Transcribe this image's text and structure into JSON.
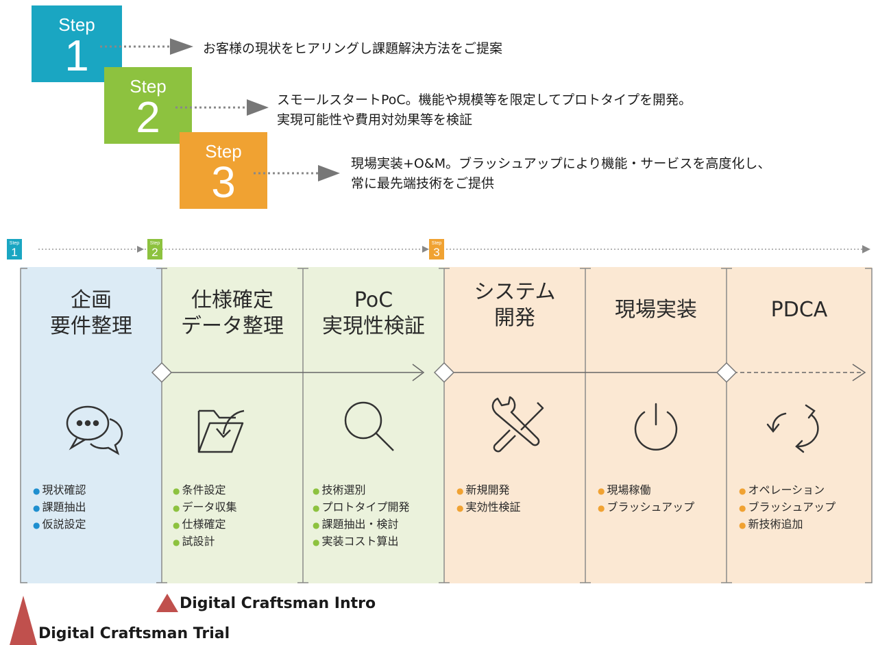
{
  "steps": [
    {
      "label": "Step",
      "number": "1",
      "color": "#1aa6c2",
      "lines": [
        "お客様の現状をヒアリングし課題解決方法をご提案"
      ]
    },
    {
      "label": "Step",
      "number": "2",
      "color": "#8dc23f",
      "lines": [
        "スモールスタートPoC。機能や規模等を限定してプロトタイプを開発。",
        "実現可能性や費用対効果等を検証"
      ]
    },
    {
      "label": "Step",
      "number": "3",
      "color": "#f0a232",
      "lines": [
        "現場実装+O&M。ブラッシュアップにより機能・サービスを高度化し、",
        "常に最先端技術をご提供"
      ]
    }
  ],
  "badges": [
    {
      "label": "Step",
      "number": "1"
    },
    {
      "label": "Step",
      "number": "2"
    },
    {
      "label": "Step",
      "number": "3"
    }
  ],
  "phases": [
    {
      "title": "企画\n要件整理",
      "icon": "chat-bubbles-icon",
      "bg": "#dcebf5",
      "items": [
        "現状確認",
        "課題抽出",
        "仮説設定"
      ]
    },
    {
      "title": "仕様確定\nデータ整理",
      "icon": "folder-import-icon",
      "bg": "#ebf2dc",
      "items": [
        "条件設定",
        "データ収集",
        "仕様確定",
        "試設計"
      ]
    },
    {
      "title": "PoC\n実現性検証",
      "icon": "magnifier-icon",
      "bg": "#ebf2dc",
      "items": [
        "技術選別",
        "プロトタイプ開発",
        "課題抽出・検討",
        "実装コスト算出"
      ]
    },
    {
      "title": "システム\n開発",
      "icon": "tools-icon",
      "bg": "#fbe8d3",
      "items": [
        "新規開発",
        "実効性検証"
      ]
    },
    {
      "title": "現場実装",
      "icon": "power-icon",
      "bg": "#fbe8d3",
      "items": [
        "現場稼働",
        "ブラッシュアップ"
      ]
    },
    {
      "title": "PDCA",
      "icon": "refresh-cycle-icon",
      "bg": "#fbe8d3",
      "items": [
        "オペレーション",
        "ブラッシュアップ",
        "新技術追加"
      ]
    }
  ],
  "labels": {
    "intro": "Digital Craftsman Intro",
    "trial": "Digital Craftsman Trial"
  },
  "colors": {
    "marker": "#c0504d"
  }
}
